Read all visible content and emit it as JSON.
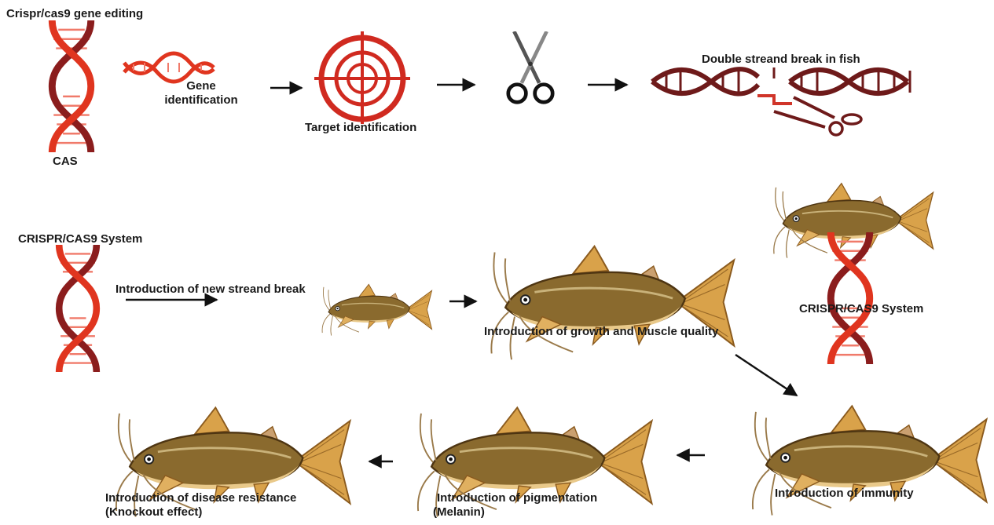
{
  "top_row": {
    "title": "Crispr/cas9 gene editing",
    "cas_label": "CAS",
    "gene_label_line1": "Gene",
    "gene_label_line2": "identification",
    "target_label": "Target identification",
    "break_label": "Double streand break in fish"
  },
  "middle_row": {
    "system_label": "CRISPR/CAS9 System",
    "break_step_label": "Introduction of new streand break",
    "growth_label": "Introduction of growth and Muscle quality",
    "right_system_label": "CRISPR/CAS9 System"
  },
  "bottom_row": {
    "immunity_label": "Introduction of immunity",
    "pigmentation_line1": "Introduction of pigmentation",
    "pigmentation_line2": "(Melanin)",
    "disease_line1": "Introduction of disease resistance",
    "disease_line2": "(Knockout effect)"
  },
  "colors": {
    "dna_red": "#e0351f",
    "dna_dark_red": "#8b1d1d",
    "break_dna": "#6e1a1a",
    "fish_body": "#8a6a2e",
    "fish_belly": "#e9c98a",
    "fish_fin": "#d9a24a",
    "arrow": "#111111"
  },
  "icons": [
    "dna-helix-icon",
    "target-crosshair-icon",
    "scissors-icon",
    "catfish-icon",
    "arrow-icon"
  ]
}
